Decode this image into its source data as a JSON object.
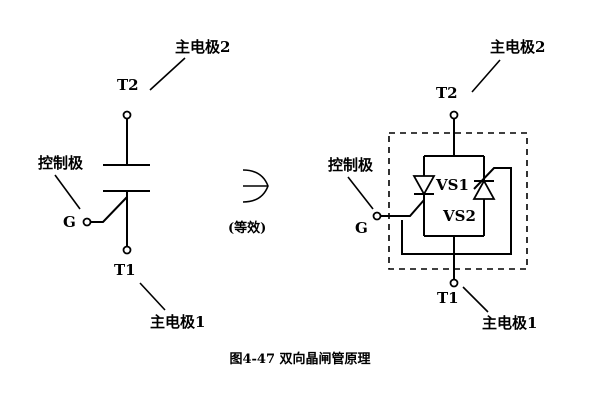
{
  "left": {
    "t2": "T2",
    "t2_label": "主电极2",
    "gate": "G",
    "gate_label": "控制极",
    "t1": "T1",
    "t1_label": "主电极1"
  },
  "middle": {
    "equivalence": "(等效)"
  },
  "right": {
    "t2": "T2",
    "t2_label": "主电极2",
    "gate": "G",
    "gate_label": "控制极",
    "vs1": "VS1",
    "vs2": "VS2",
    "t1": "T1",
    "t1_label": "主电极1"
  },
  "caption": "图4-47 双向晶闸管原理"
}
